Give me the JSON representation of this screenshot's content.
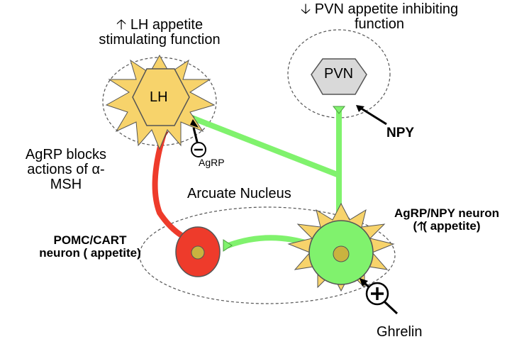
{
  "labels": {
    "lh_title_line1": "LH appetite",
    "lh_title_line2": "stimulating function",
    "pvn_title_line1": "PVN appetite inhibiting",
    "pvn_title_line2": "function",
    "lh_cell": "LH",
    "pvn_cell": "PVN",
    "npy": "NPY",
    "agrp_blocks_line1": "AgRP blocks",
    "agrp_blocks_line2": "actions of α-",
    "agrp_blocks_line3": "MSH",
    "agrp_small": "AgRP",
    "arcuate": "Arcuate Nucleus",
    "agrp_npy_line1": "AgRP/NPY neuron",
    "agrp_npy_line2": "( appetite)",
    "pomc_line1": "POMC/CART",
    "pomc_line2": "neuron ( appetite)",
    "ghrelin": "Ghrelin",
    "minus": "−",
    "plus": "+"
  },
  "icons": [
    "up-arrow-icon",
    "down-arrow-icon",
    "minus-sign-icon",
    "plus-sign-icon"
  ],
  "colors": {
    "lh_star": "#f7d36b",
    "lh_hex": "#f7d36b",
    "pvn_hex": "#d9d9d9",
    "green_axon": "#80f26d",
    "red_axon": "#ee3b2b",
    "agrp_cell": "#80f26d",
    "pomc_cell": "#ee3b2b",
    "nucleus": "#c9b33f"
  }
}
